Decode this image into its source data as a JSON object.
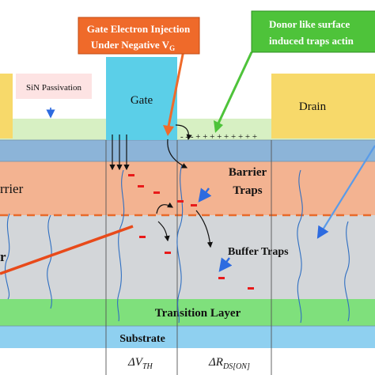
{
  "labels": {
    "gate": "Gate",
    "drain": "Drain",
    "sin_passivation": "SiN Passivation",
    "barrier": "Barrier",
    "barrier_left": "rrier",
    "barrier_traps_line1": "Barrier",
    "barrier_traps_line2": "Traps",
    "buffer_traps": "Buffer Traps",
    "transition_layer": "Transition Layer",
    "substrate": "Substrate",
    "left_cut": "r"
  },
  "callouts": {
    "gate_injection_line1": "Gate Electron Injection",
    "gate_injection_line2": "Under Negative V",
    "gate_injection_sub": "G",
    "donor_line1": "Donor like surface",
    "donor_line2": "induced traps actin"
  },
  "metrics": {
    "dvth_main": "ΔV",
    "dvth_sub": "TH",
    "drds_main": "ΔR",
    "drds_sub": "DS[ON]"
  },
  "surface_charges": "- - - + + + + + + + + +",
  "colors": {
    "metal": "#f7d96a",
    "gate": "#5bcfe8",
    "sin": "#d7f0c3",
    "channel": "#8cb4d8",
    "barrier": "#f3b391",
    "buffer": "#d3d6d9",
    "transition": "#7fe07c",
    "substrate": "#8fd0f0",
    "callout_orange": "#ef6a2a",
    "callout_green": "#4ec33a",
    "trap_red": "#e81a1a",
    "arrow_blue": "#2d6be0",
    "dashed_orange": "#e86a2a"
  }
}
